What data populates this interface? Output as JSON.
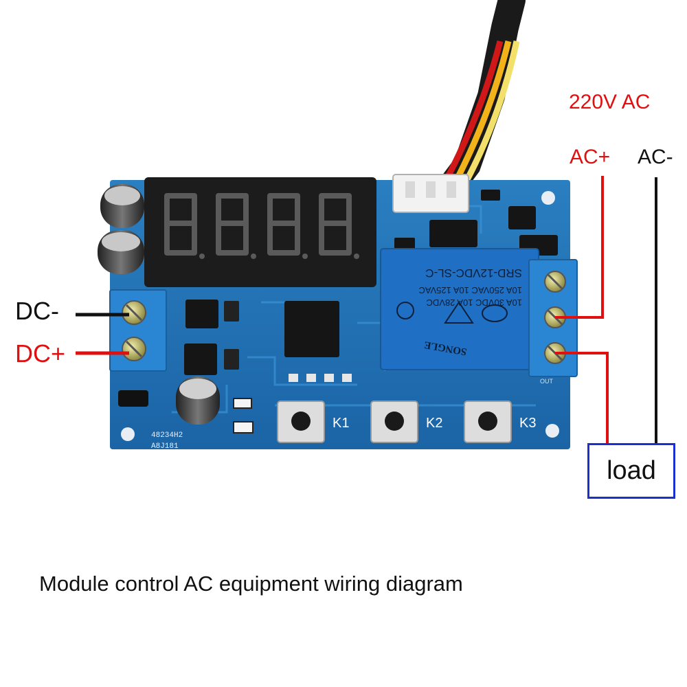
{
  "labels": {
    "dc_negative": "DC-",
    "dc_positive": "DC+",
    "ac_voltage": "220V AC",
    "ac_positive": "AC+",
    "ac_negative": "AC-",
    "load": "load"
  },
  "caption": "Module control AC equipment wiring diagram",
  "board": {
    "relay_model": "SRD-12VDC-SL-C",
    "relay_ratings": [
      "10A 250VAC  10A 125VAC",
      "10A 30VDC  10A 28VDC"
    ],
    "relay_brand": "SONGLE",
    "buttons": [
      "K1",
      "K2",
      "K3"
    ],
    "markings": [
      "48234H2",
      "A8J181"
    ],
    "out_label": "OUT"
  },
  "colors": {
    "positive_wire": "#e01010",
    "negative_wire": "#111111",
    "load_border": "#1a2fd0",
    "pcb": "#1e6fb0",
    "relay": "#1f6fc4",
    "terminal": "#2a86d2"
  },
  "icons": [
    "capacitor",
    "seven-segment-display",
    "relay",
    "terminal-block",
    "push-button",
    "sensor-cable"
  ]
}
